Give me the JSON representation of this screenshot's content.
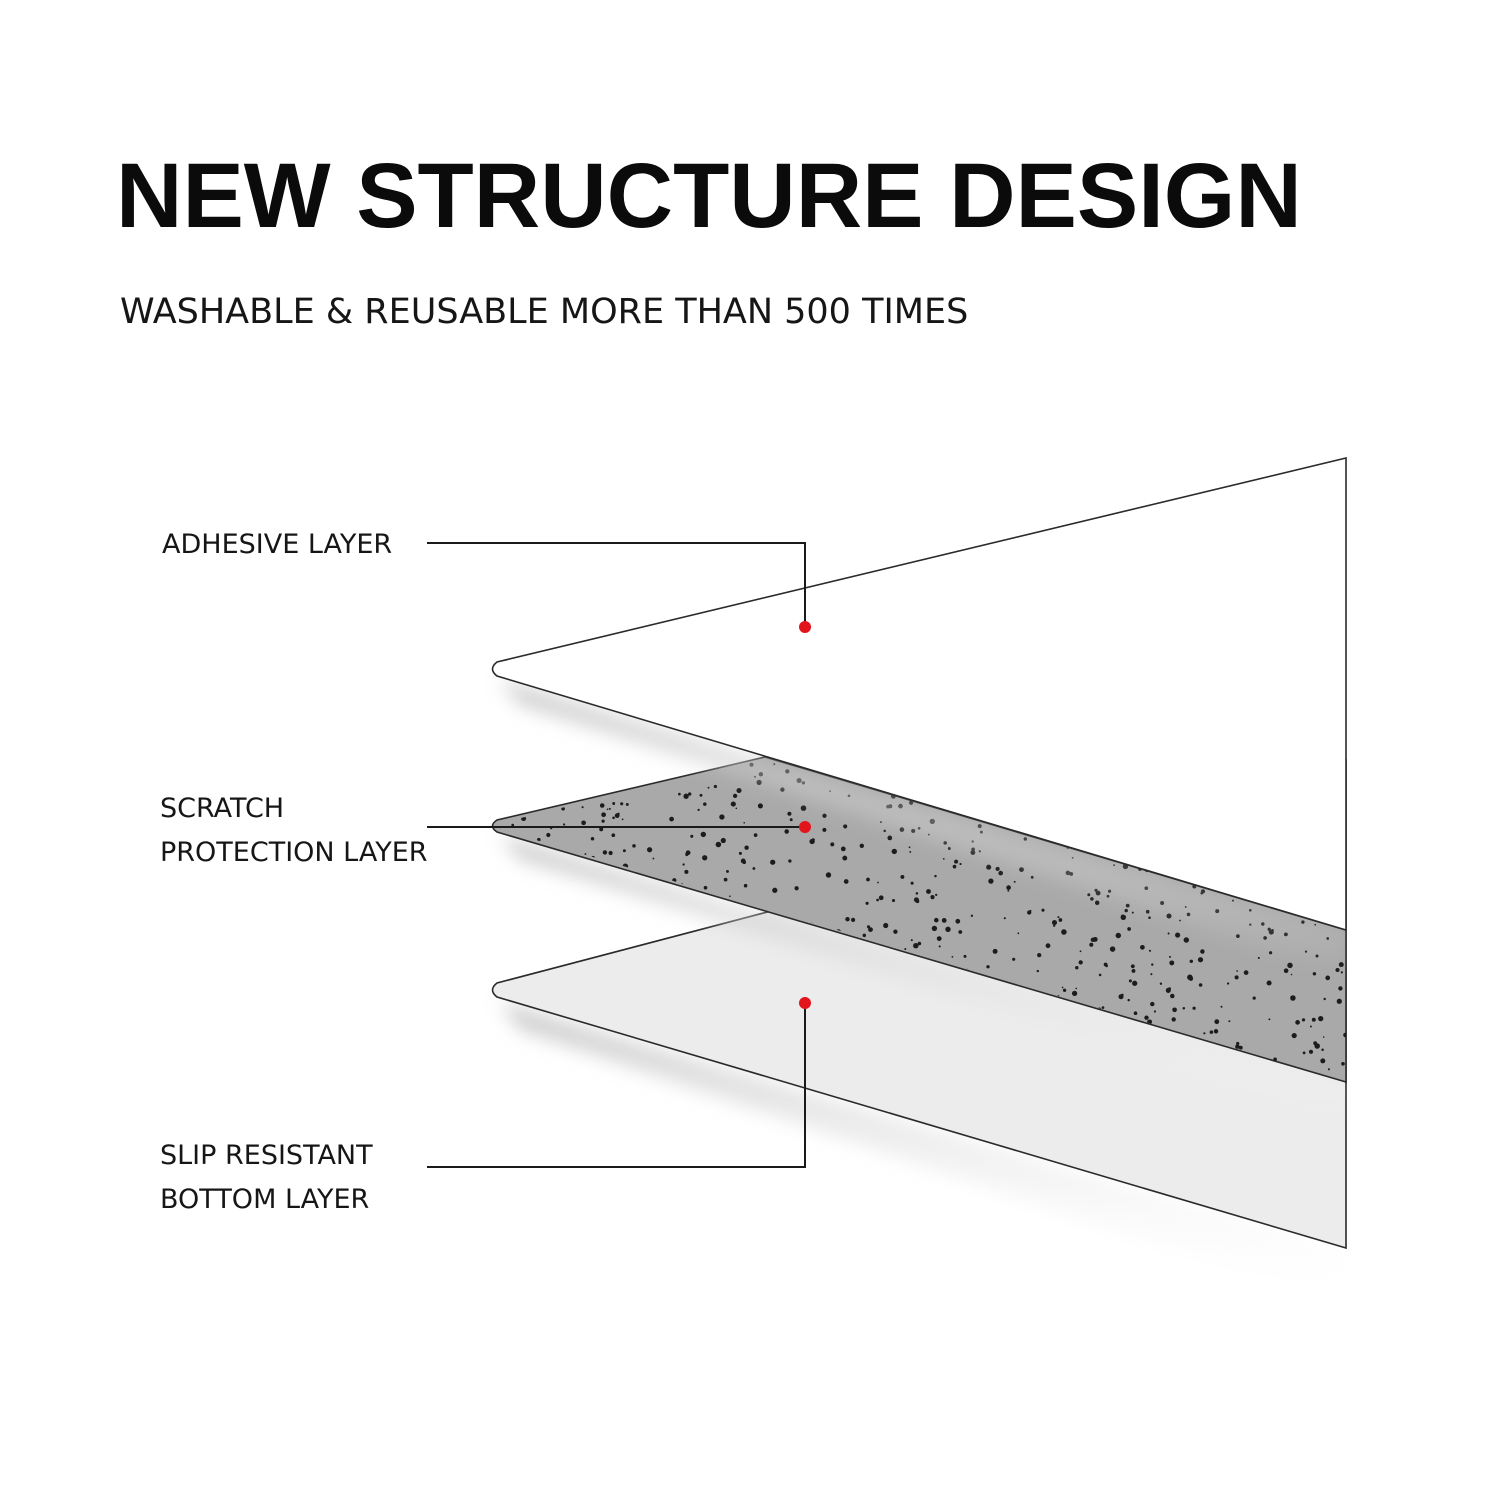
{
  "header": {
    "title": "NEW STRUCTURE DESIGN",
    "subtitle": "WASHABLE & REUSABLE MORE THAN 500 TIMES"
  },
  "layers": [
    {
      "id": "adhesive",
      "lines": [
        "ADHESIVE LAYER"
      ]
    },
    {
      "id": "scratch",
      "lines": [
        "SCRATCH",
        "PROTECTION LAYER"
      ]
    },
    {
      "id": "slip",
      "lines": [
        "SLIP RESISTANT",
        "BOTTOM LAYER"
      ]
    }
  ],
  "colors": {
    "marker": "#e3141b",
    "leader_line": "#1a1a1a",
    "adhesive_fill": "#ffffff",
    "scratch_fill": "#a9a9a9",
    "bottom_fill": "#ececec",
    "speckle": "#1c1c1c"
  }
}
